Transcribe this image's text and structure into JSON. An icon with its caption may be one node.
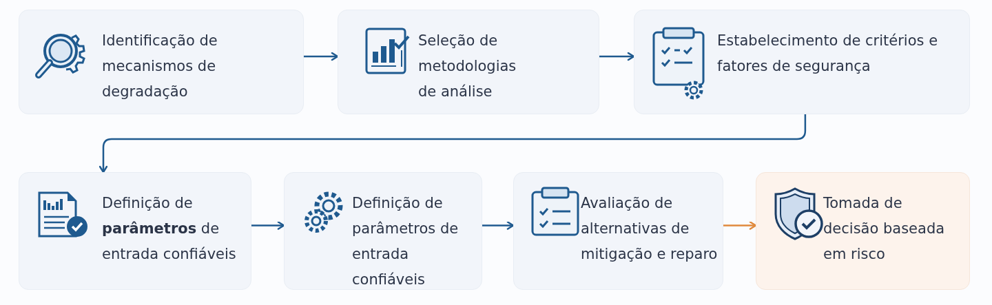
{
  "diagram": {
    "nodes": [
      {
        "text": [
          "Identificação de mecanismos de degradação"
        ]
      },
      {
        "text": [
          "Seleção de metodologias de análise"
        ]
      },
      {
        "text": [
          "Estabelecimento de critérios e fatores de segurança"
        ]
      },
      {
        "text": [
          "Definição de **parâmetros** de entrada confiáveis"
        ]
      },
      {
        "text": [
          "Definição de parâmetros de entrada confiáveis"
        ]
      },
      {
        "text": [
          "Avaliação de alternativas de mitigação e reparo"
        ]
      },
      {
        "text": [
          "Tomada de decisão baseada em risco"
        ]
      }
    ],
    "edges": [
      {
        "from": 0,
        "to": 1,
        "arrow": "to"
      },
      {
        "from": 1,
        "to": 2,
        "arrow": "to"
      },
      {
        "from": 2,
        "to": 3,
        "arrow": "to"
      },
      {
        "from": 3,
        "to": 4,
        "arrow": "to"
      },
      {
        "from": 4,
        "to": 5,
        "arrow": "to"
      },
      {
        "from": 5,
        "to": 6,
        "arrow": "to",
        "color": "#e08a3c"
      }
    ]
  }
}
